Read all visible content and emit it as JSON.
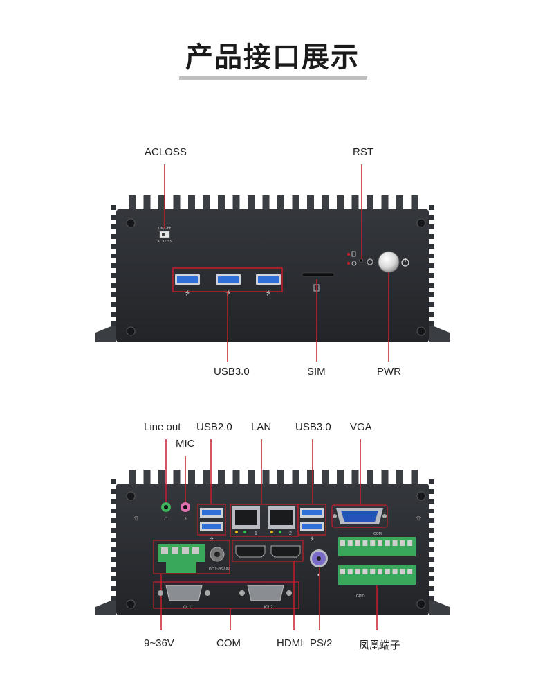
{
  "page": {
    "title": "产品接口展示"
  },
  "front_panel": {
    "labels": {
      "acloss": "ACLOSS",
      "rst": "RST",
      "usb30": "USB3.0",
      "sim": "SIM",
      "pwr": "PWR"
    },
    "switch_text": {
      "top": "ON/OFF",
      "bottom": "AC  LOSS"
    }
  },
  "rear_panel": {
    "labels": {
      "line_out": "Line out",
      "mic": "MIC",
      "usb20": "USB2.0",
      "lan": "LAN",
      "usb30": "USB3.0",
      "vga": "VGA",
      "dc_in": "9~36V",
      "com": "COM",
      "hdmi": "HDMI",
      "ps2": "PS/2",
      "terminal": "凤凰端子"
    },
    "silkscreen": {
      "dc": "DC 9~36V IN",
      "com1": "IOI 1",
      "com2": "IOI 2",
      "lan1": "1",
      "lan2": "2",
      "com_block": "COM",
      "gpio": "GPIO"
    }
  },
  "colors": {
    "chassis": "#2a2d31",
    "annotation_line": "#c41e2a",
    "usb_blue": "#2f6fd8",
    "terminal_green": "#3aa85a",
    "vga_blue": "#2554b8",
    "ps2_purple": "#7b6cc7",
    "audio_green": "#3cb35a",
    "audio_pink": "#e070b0"
  }
}
